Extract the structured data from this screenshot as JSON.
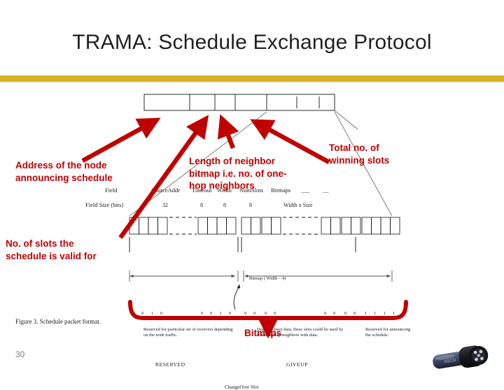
{
  "slide": {
    "title": "TRAMA: Schedule Exchange Protocol",
    "page_number": "30",
    "accent_color": "#d8b320",
    "annotation_color": "#c00000"
  },
  "figure": {
    "caption": "Figure 3.  Schedule packet format.",
    "row_labels": {
      "field": "Field",
      "field_size": "Field Size (bits)"
    },
    "packet_fields": [
      {
        "name": "SourceAddr",
        "size": "32"
      },
      {
        "name": "Timeout",
        "size": "8"
      },
      {
        "name": "Width",
        "size": "8"
      },
      {
        "name": "NumSlots",
        "size": "8"
      },
      {
        "name": "Bitmaps",
        "size": "Width x Size"
      },
      {
        "name": "......",
        "size": ""
      },
      {
        "name": "....",
        "size": ""
      }
    ],
    "bitmap_label": "Bitmap ( Width – 4)",
    "bitmap_groups": [
      {
        "bits": [
          "1",
          "0",
          "1",
          "0"
        ]
      },
      {
        "bits": [
          "0",
          "0",
          "1",
          "0"
        ]
      },
      {
        "bits": [
          "0",
          "0",
          "0",
          "0"
        ]
      },
      {
        "bits": [
          "0",
          "0",
          "0",
          "0"
        ]
      },
      {
        "bits": [
          "1",
          "1",
          "1",
          "1"
        ]
      }
    ],
    "notes": [
      "Reserved for particular set of receivers depending on the node traffic.",
      "Does not have data, these slots could be used by other onehop neighbors with data.",
      "Reserved for announcing the schedule."
    ],
    "ranges": {
      "reserved": "RESERVED",
      "giveup": "GIVEUP",
      "changeover": "ChangeOver Slot"
    }
  },
  "annotations": [
    {
      "id": "source-addr",
      "lines": [
        "Address of the node",
        "announcing schedule"
      ]
    },
    {
      "id": "width",
      "lines": [
        "Length of neighbor",
        "bitmap i.e. no. of one-",
        "hop neighbors"
      ]
    },
    {
      "id": "numslots",
      "lines": [
        "Total no. of",
        "winning slots"
      ]
    },
    {
      "id": "timeout",
      "lines": [
        "No. of slots the",
        "schedule is valid for"
      ]
    },
    {
      "id": "bitmaps",
      "lines": [
        "Bitmaps"
      ]
    }
  ]
}
